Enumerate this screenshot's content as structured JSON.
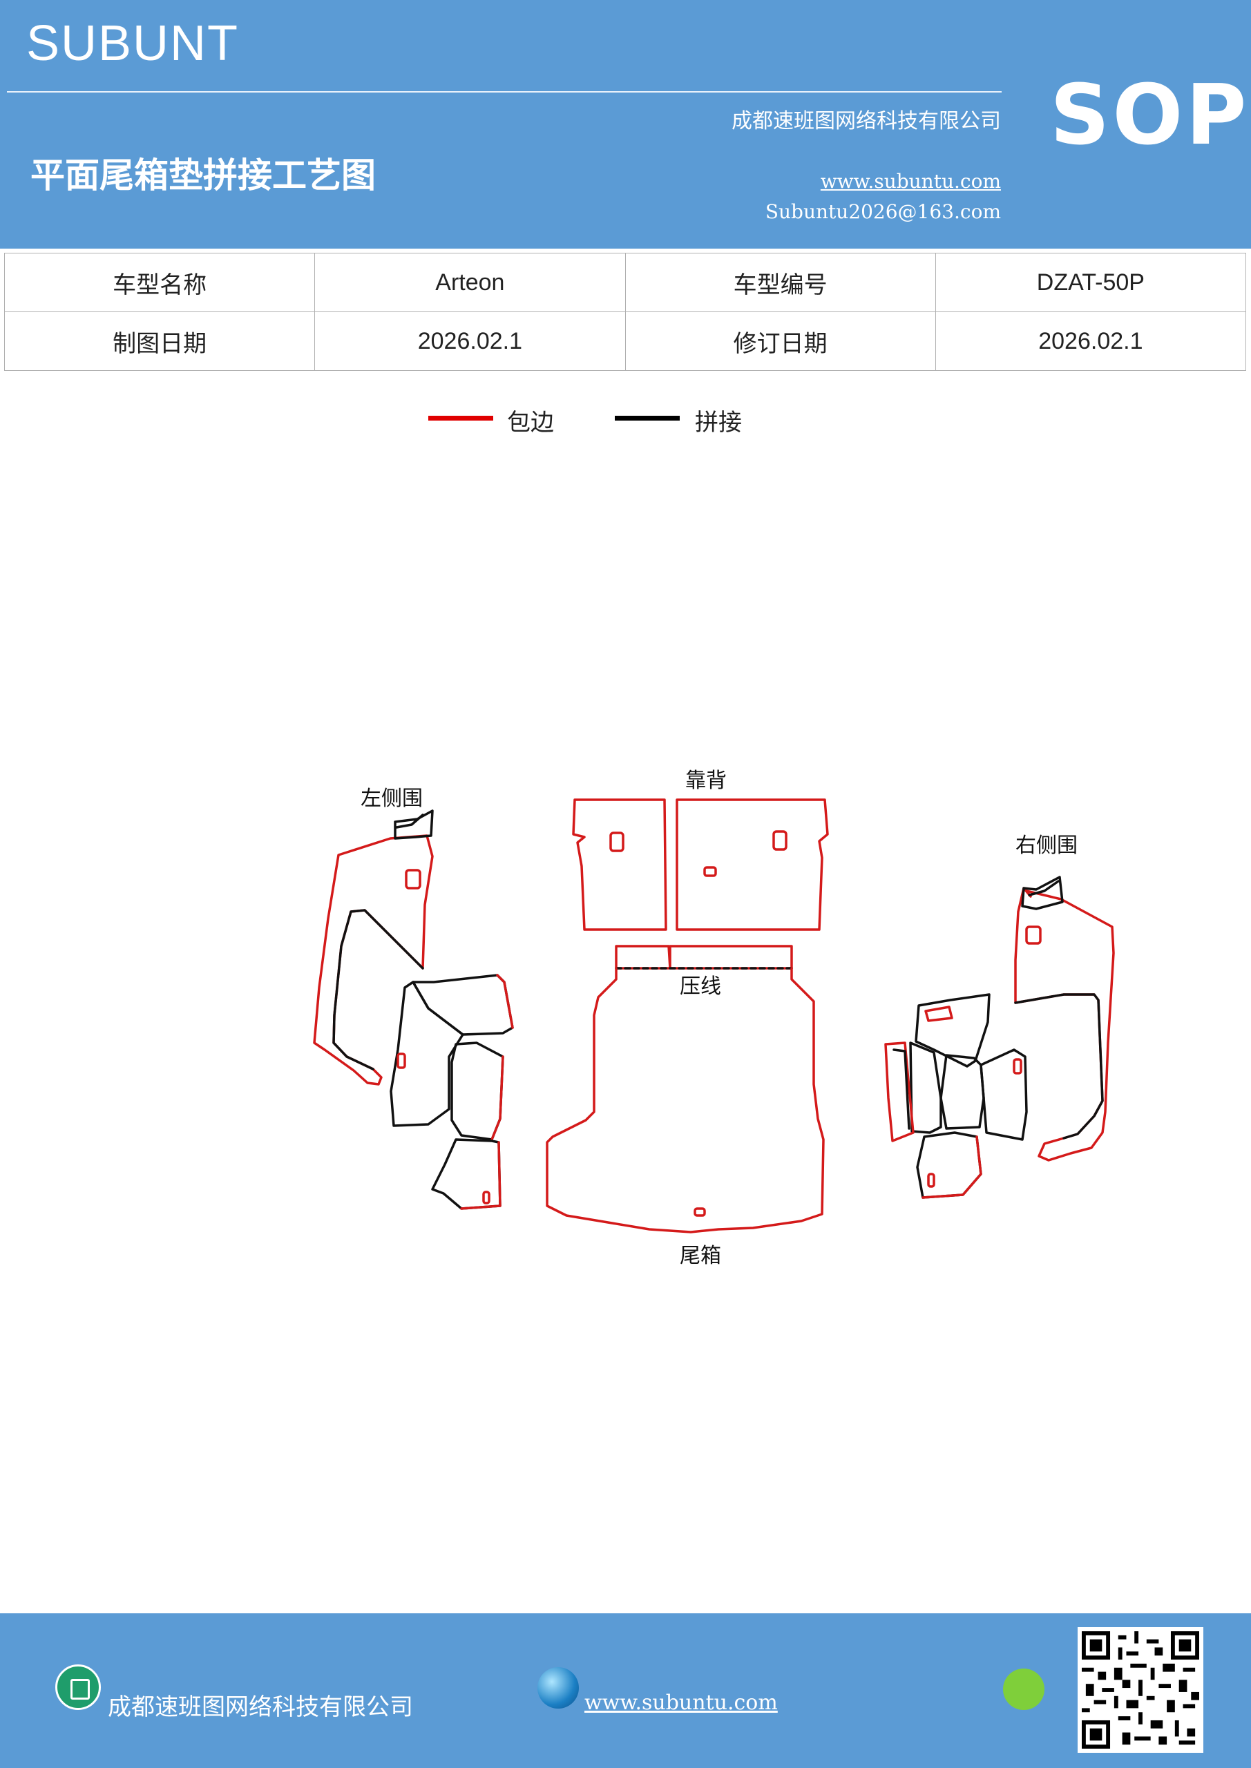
{
  "header": {
    "brand": "SUBUNT",
    "title": "平面尾箱垫拼接工艺图",
    "company": "成都速班图网络科技有限公司",
    "website": "www.subuntu.com",
    "email": "Subuntu2026@163.com",
    "badge": "SOP"
  },
  "info_table": {
    "rows": [
      {
        "label1": "车型名称",
        "value1": "Arteon",
        "label2": "车型编号",
        "value2": "DZAT-50P"
      },
      {
        "label1": "制图日期",
        "value1": "2026.02.1",
        "label2": "修订日期",
        "value2": "2026.02.1"
      }
    ]
  },
  "legend": [
    {
      "label": "包边",
      "color": "#e00000"
    },
    {
      "label": "拼接",
      "color": "#000000"
    }
  ],
  "diagram": {
    "labels": {
      "left_side": "左侧围",
      "backrest": "靠背",
      "right_side": "右侧围",
      "press_line": "压线",
      "trunk": "尾箱"
    },
    "edge_color": "#d41a1a",
    "seam_color": "#111111"
  },
  "footer": {
    "company": "成都速班图网络科技有限公司",
    "website": "www.subuntu.com"
  }
}
